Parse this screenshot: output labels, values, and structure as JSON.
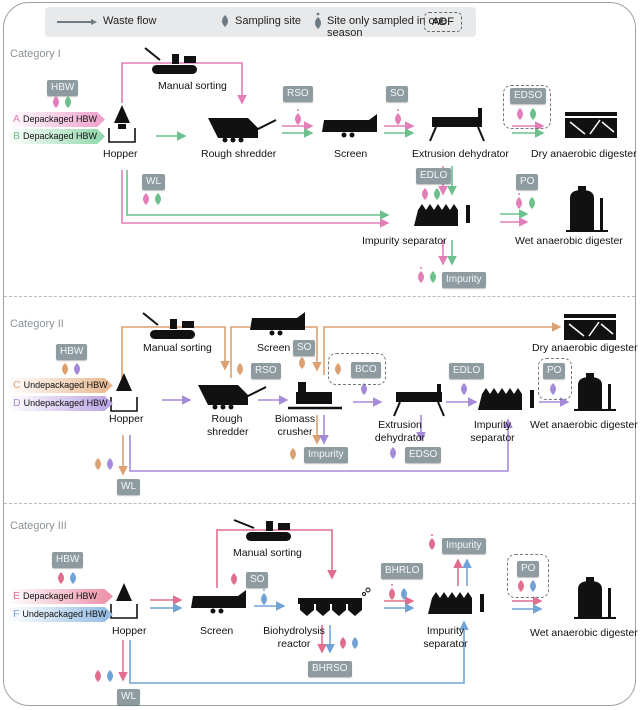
{
  "legend": {
    "waste_flow": "Waste flow",
    "sampling_site": "Sampling site",
    "one_season": "Site only sampled in one season",
    "adf": "ADF"
  },
  "colors": {
    "pink": "#e27fb8",
    "green": "#6cc08b",
    "orange": "#dba172",
    "purple": "#a58ad9",
    "red": "#df6f8c",
    "blue": "#72a3d6",
    "tag_bg": "#8e9ca2"
  },
  "categories": [
    {
      "title": "Category I",
      "inputs": [
        {
          "letter": "A",
          "label": "Depackaged HBW"
        },
        {
          "letter": "B",
          "label": "Depackaged HBW"
        }
      ],
      "equipment": {
        "manual_sorting": "Manual sorting",
        "hopper": "Hopper",
        "rough_shredder": "Rough shredder",
        "screen": "Screen",
        "extrusion_dehydrator": "Extrusion dehydrator",
        "dry_digester": "Dry anaerobic digester",
        "impurity_separator": "Impurity separator",
        "wet_digester": "Wet anaerobic digester"
      },
      "tags": {
        "hbw": "HBW",
        "rso": "RSO",
        "so": "SO",
        "edso": "EDSO",
        "wl": "WL",
        "edlo": "EDLO",
        "po": "PO",
        "impurity": "Impurity"
      }
    },
    {
      "title": "Category II",
      "inputs": [
        {
          "letter": "C",
          "label": "Undepackaged HBW"
        },
        {
          "letter": "D",
          "label": "Undepackaged HBW"
        }
      ],
      "equipment": {
        "manual_sorting": "Manual sorting",
        "screen": "Screen",
        "dry_digester": "Dry anaerobic digester",
        "hopper": "Hopper",
        "rough_shredder": "Rough shredder",
        "biomass_crusher": "Biomass crusher",
        "extrusion_dehydrator": "Extrusion dehydrator",
        "impurity_separator": "Impurity separator",
        "wet_digester": "Wet anaerobic digester"
      },
      "tags": {
        "hbw": "HBW",
        "so": "SO",
        "rso": "RSO",
        "bco": "BCO",
        "edlo": "EDLO",
        "po": "PO",
        "impurity": "Impurity",
        "edso": "EDSO",
        "wl": "WL"
      }
    },
    {
      "title": "Category III",
      "inputs": [
        {
          "letter": "E",
          "label": "Depackaged HBW"
        },
        {
          "letter": "F",
          "label": "Undepackaged HBW"
        }
      ],
      "equipment": {
        "manual_sorting": "Manual sorting",
        "hopper": "Hopper",
        "screen": "Screen",
        "biohydrolysis_reactor": "Biohydrolysis reactor",
        "impurity_separator": "Impurity separator",
        "wet_digester": "Wet anaerobic digester"
      },
      "tags": {
        "hbw": "HBW",
        "so": "SO",
        "bhrlo": "BHRLO",
        "impurity": "Impurity",
        "po": "PO",
        "bhrso": "BHRSO",
        "wl": "WL"
      }
    }
  ]
}
